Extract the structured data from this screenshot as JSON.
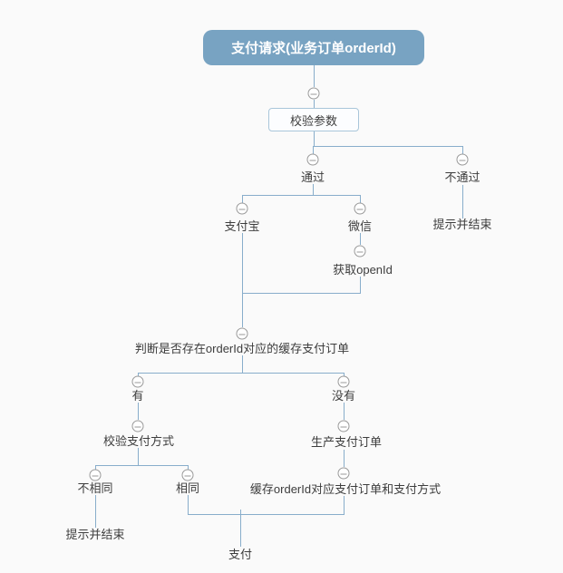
{
  "mindmap": {
    "root_label": "支付请求(业务订单orderId)",
    "nodes": {
      "validate_params": "校验参数",
      "pass": "通过",
      "fail": "不通过",
      "fail_end": "提示并结束",
      "alipay": "支付宝",
      "wechat": "微信",
      "get_openid": "获取openId",
      "check_cached_order": "判断是否存在orderId对应的缓存支付订单",
      "has_cached": "有",
      "no_cached": "没有",
      "verify_pay_method": "校验支付方式",
      "not_same": "不相同",
      "not_same_end": "提示并结束",
      "same": "相同",
      "create_pay_order": "生产支付订单",
      "cache_pay_order": "缓存orderId对应支付订单和支付方式",
      "pay": "支付"
    },
    "icons": {
      "collapse-icon": "circle-minus"
    },
    "colors": {
      "root_bg": "#78a3c2",
      "root_text": "#ffffff",
      "connector": "#88adcb",
      "collapse": "#999999",
      "text": "#3d3d3d",
      "box_border": "#a9c6da",
      "box_bg": "#fcfdff",
      "canvas_bg": "#fafafa"
    }
  }
}
